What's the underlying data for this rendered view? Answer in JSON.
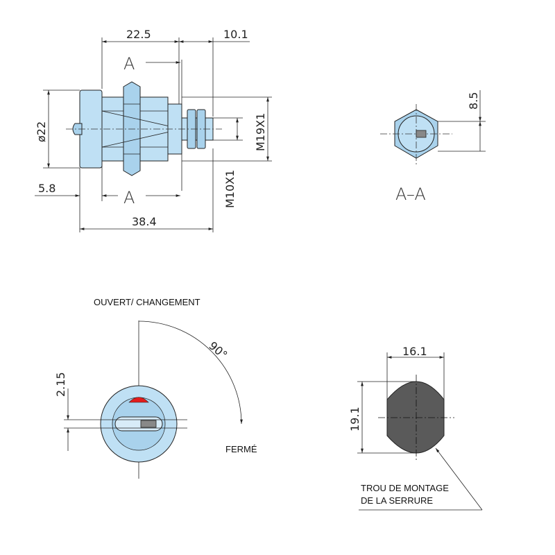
{
  "side_view": {
    "dim_top_left": "22.5",
    "dim_top_right": "10.1",
    "dim_diameter": "ø22",
    "dim_left_offset": "5.8",
    "dim_total_length": "38.4",
    "dim_thread_body": "M19X1",
    "dim_thread_end": "M10X1",
    "section_marker_top": "A",
    "section_marker_bottom": "A"
  },
  "section_view": {
    "dim_height": "8.5",
    "label": "A–A"
  },
  "front_view": {
    "label_open": "OUVERT/ CHANGEMENT",
    "label_closed": "FERMÉ",
    "dim_angle": "90°",
    "dim_offset": "2.15",
    "indicator_color": "#e21c1c"
  },
  "hole_view": {
    "dim_width": "16.1",
    "dim_height": "19.1",
    "callout_line1": "TROU DE MONTAGE",
    "callout_line2": "DE LA SERRURE",
    "hole_color": "#5a5a5a"
  },
  "colors": {
    "part": "#bfe0f4",
    "line": "#222222"
  }
}
